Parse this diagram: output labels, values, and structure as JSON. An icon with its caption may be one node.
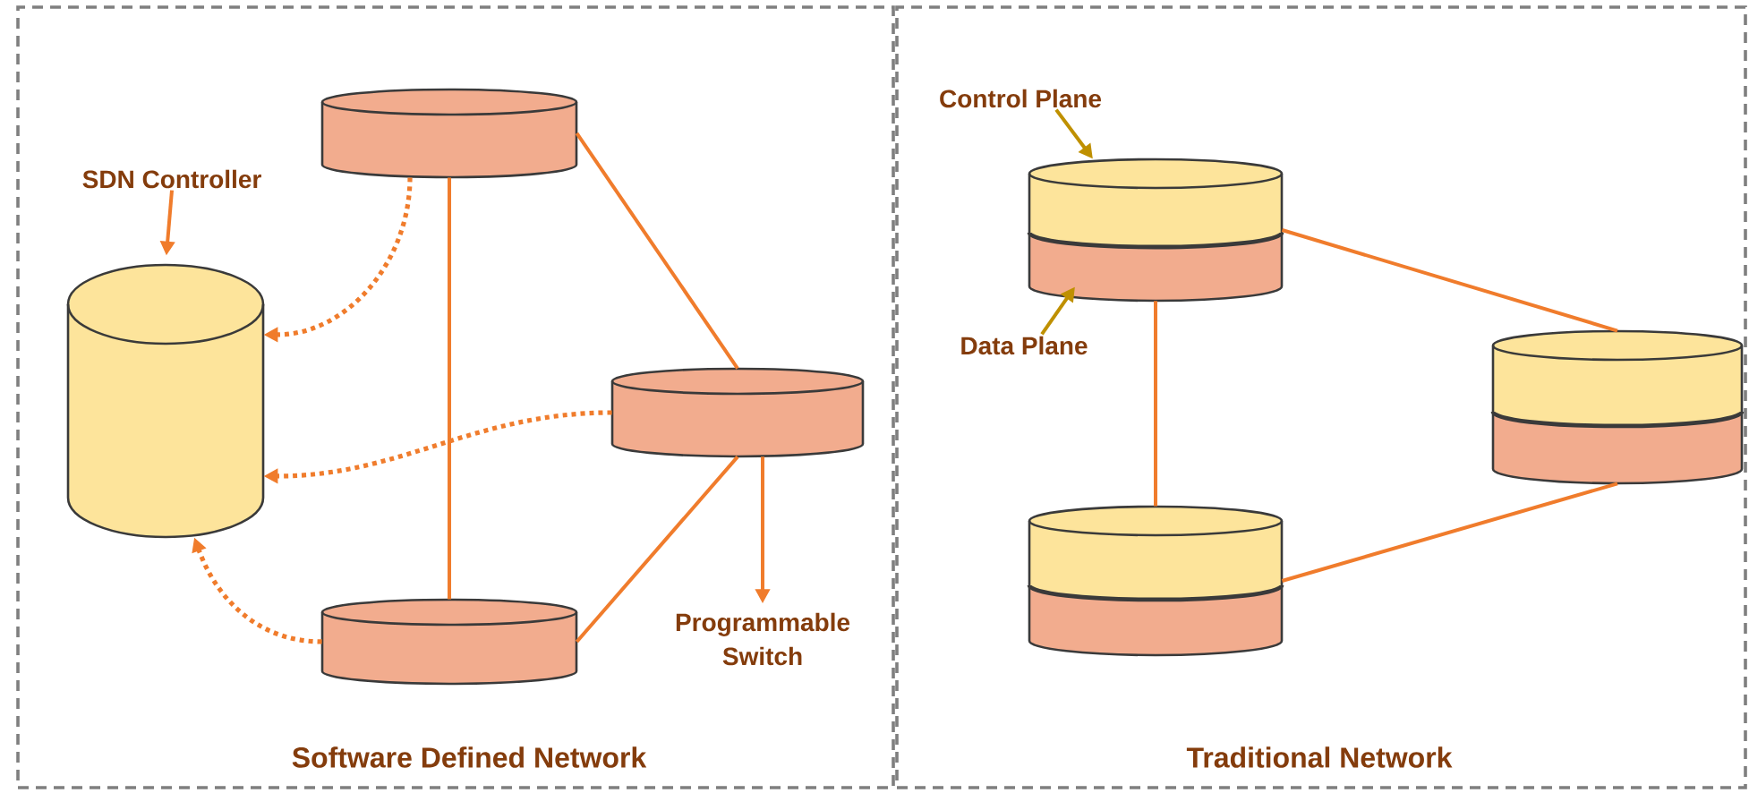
{
  "diagram": {
    "nodes": [
      {
        "text": [
          "Software Defined Network"
        ]
      },
      {
        "text": [
          "Traditional Network"
        ]
      },
      {
        "text": [
          "SDN Controller"
        ],
        "in": 0
      },
      {
        "text": [],
        "shape": "cylinder",
        "in": 0
      },
      {
        "text": [],
        "shape": "cylinder",
        "in": 0
      },
      {
        "text": [],
        "shape": "cylinder",
        "in": 0
      },
      {
        "text": [],
        "shape": "cylinder",
        "in": 0
      },
      {
        "text": [
          "Programmable Switch"
        ],
        "in": 0
      },
      {
        "text": [
          "Control Plane"
        ],
        "in": 1
      },
      {
        "text": [
          "Data Plane"
        ],
        "in": 1
      },
      {
        "text": [],
        "shape": "cylinder",
        "in": 1
      },
      {
        "text": [],
        "shape": "cylinder",
        "in": 10
      },
      {
        "text": [],
        "shape": "cylinder",
        "in": 10
      },
      {
        "text": [],
        "shape": "cylinder",
        "in": 1
      },
      {
        "text": [],
        "shape": "cylinder",
        "in": 1
      }
    ],
    "edges": [
      {
        "from": 2,
        "to": 3,
        "arrow": "to"
      },
      {
        "from": 4,
        "to": 5,
        "arrow": "none"
      },
      {
        "from": 4,
        "to": 6,
        "arrow": "none"
      },
      {
        "from": 5,
        "to": 6,
        "arrow": "none"
      },
      {
        "from": 4,
        "to": 3,
        "arrow": "to",
        "style": "dashed"
      },
      {
        "from": 5,
        "to": 3,
        "arrow": "to",
        "style": "dashed"
      },
      {
        "from": 6,
        "to": 3,
        "arrow": "to",
        "style": "dashed"
      },
      {
        "from": 5,
        "to": 7,
        "arrow": "to"
      },
      {
        "from": 8,
        "to": 11,
        "arrow": "to",
        "color": "#bf9000"
      },
      {
        "from": 9,
        "to": 12,
        "arrow": "to",
        "color": "#bf9000"
      },
      {
        "from": 10,
        "to": 13,
        "arrow": "none"
      },
      {
        "from": 10,
        "to": 14,
        "arrow": "none"
      },
      {
        "from": 14,
        "to": 13,
        "arrow": "none"
      }
    ]
  }
}
